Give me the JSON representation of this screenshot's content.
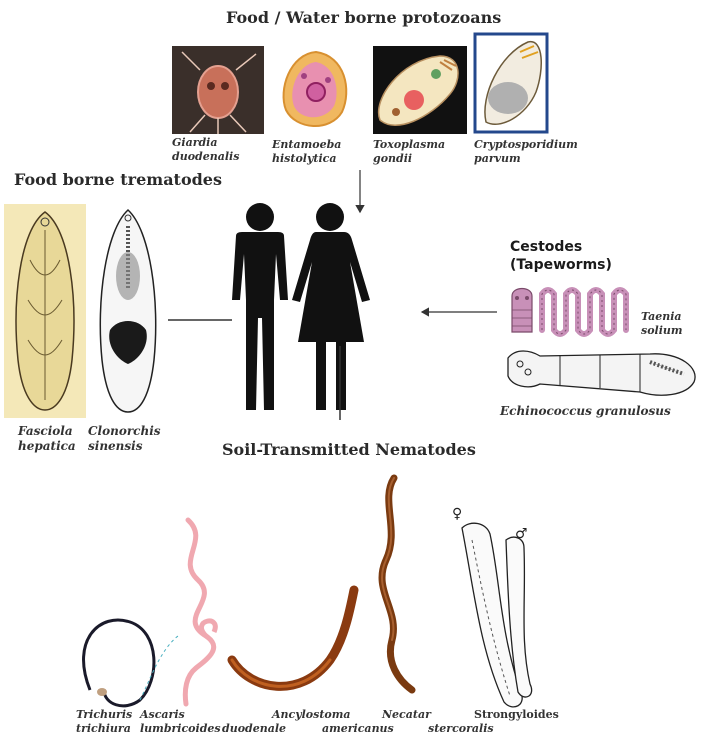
{
  "headings": {
    "protozoa": "Food / Water borne protozoans",
    "trematodes": "Food borne trematodes",
    "cestodes_line1": "Cestodes",
    "cestodes_line2": "(Tapeworms)",
    "nematodes": "Soil-Transmitted Nematodes"
  },
  "protozoa": [
    {
      "l1": "Giardia",
      "l2": "duodenalis"
    },
    {
      "l1": "Entamoeba",
      "l2": "histolytica"
    },
    {
      "l1": "Toxoplasma",
      "l2": "gondii"
    },
    {
      "l1": "Cryptosporidium",
      "l2": "parvum"
    }
  ],
  "trematodes": [
    {
      "l1": "Fasciola",
      "l2": "hepatica"
    },
    {
      "l1": "Clonorchis",
      "l2": "sinensis"
    }
  ],
  "cestodes": [
    {
      "l1": "Taenia",
      "l2": "solium"
    },
    {
      "l1": "Echinococcus granulosus",
      "l2": ""
    }
  ],
  "nematodes": [
    {
      "l1": "Trichuris",
      "l2": "trichiura"
    },
    {
      "l1": "Ascaris",
      "l2": "lumbricoides"
    },
    {
      "l1": "duodenale",
      "l2": ""
    },
    {
      "l1": "Ancylostoma",
      "l2": ""
    },
    {
      "l1": "Necatar",
      "l2": "americanus"
    },
    {
      "l1": "Strongyloides",
      "l2": "stercoralis"
    }
  ],
  "symbols": {
    "female": "♀",
    "male": "♂"
  },
  "icons": [
    "human-couple-icon",
    "arrow-icon"
  ]
}
